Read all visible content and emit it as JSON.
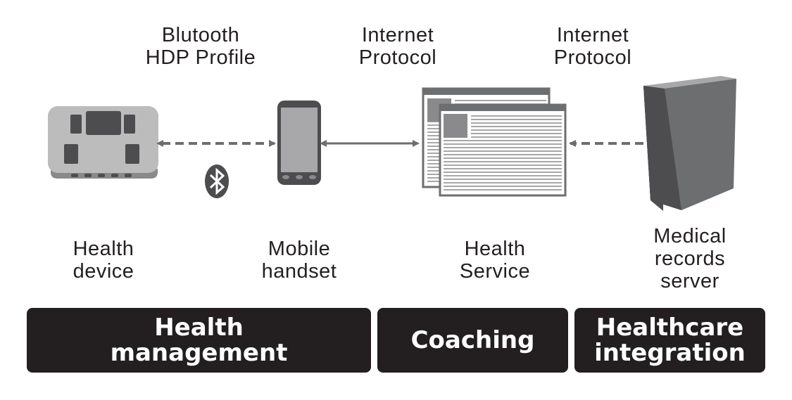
{
  "connections": [
    {
      "label_line1": "Blutooth",
      "label_line2": "HDP Profile",
      "style": "dashed",
      "direction": "both"
    },
    {
      "label_line1": "Internet",
      "label_line2": "Protocol",
      "style": "solid",
      "direction": "both"
    },
    {
      "label_line1": "Internet",
      "label_line2": "Protocol",
      "style": "dashed",
      "direction": "left"
    }
  ],
  "nodes": [
    {
      "id": "health-device",
      "line1": "Health",
      "line2": "device",
      "icon": "health-device-icon"
    },
    {
      "id": "mobile-handset",
      "line1": "Mobile",
      "line2": "handset",
      "icon": "mobile-phone-icon"
    },
    {
      "id": "health-service",
      "line1": "Health",
      "line2": "Service",
      "icon": "web-pages-icon"
    },
    {
      "id": "medical-records-server",
      "line1": "Medical",
      "line2": "records",
      "line3": "server",
      "icon": "server-icon"
    }
  ],
  "bluetooth_icon": "bluetooth-icon",
  "categories": [
    {
      "line1": "Health",
      "line2": "management"
    },
    {
      "line1": "Coaching"
    },
    {
      "line1": "Healthcare",
      "line2": "integration"
    }
  ],
  "colors": {
    "dark": "#231f20",
    "icon_dark": "#4d4d4f",
    "icon_mid": "#6d6e70",
    "icon_light": "#bcbcbd",
    "arrow": "#6d6e70"
  }
}
